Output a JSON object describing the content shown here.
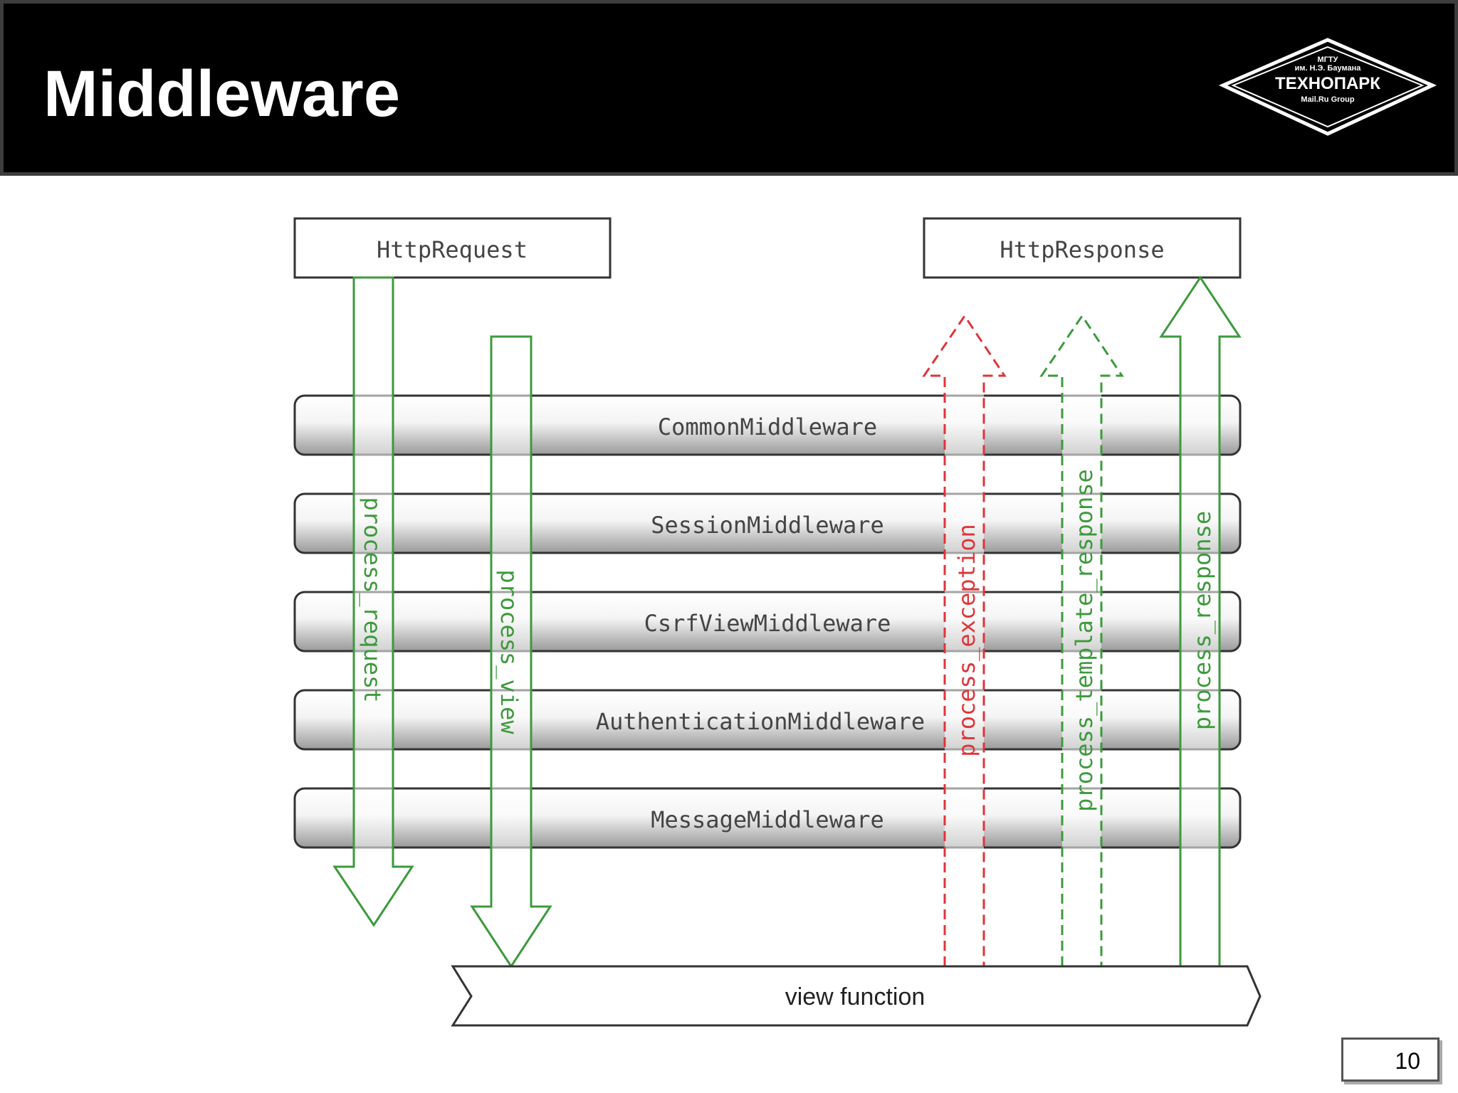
{
  "slide": {
    "title": "Middleware",
    "page_number": "10"
  },
  "logo": {
    "line1": "МГТУ",
    "line2": "им. Н.Э. Баумана",
    "brand": "ТЕХНОПАРК",
    "line3": "Mail.Ru Group"
  },
  "diagram": {
    "request_box": "HttpRequest",
    "response_box": "HttpResponse",
    "middlewares": [
      "CommonMiddleware",
      "SessionMiddleware",
      "CsrfViewMiddleware",
      "AuthenticationMiddleware",
      "MessageMiddleware"
    ],
    "view_function": "view function",
    "arrows": {
      "process_request": "process_request",
      "process_view": "process_view",
      "process_exception": "process_exception",
      "process_template_response": "process_template_response",
      "process_response": "process_response"
    },
    "colors": {
      "green": "#3c9a3c",
      "red": "#e0343a",
      "bar_text": "#444444"
    }
  }
}
